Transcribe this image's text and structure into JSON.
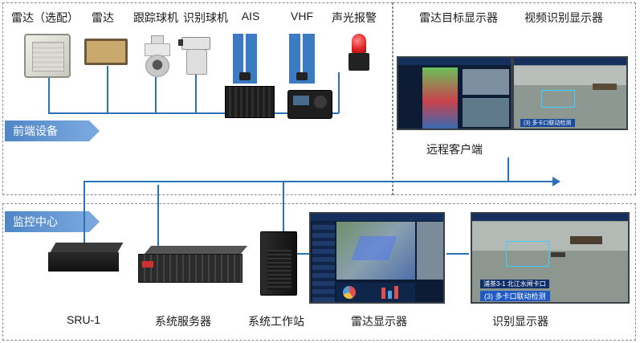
{
  "zones": {
    "front": {
      "tag": "前端设备"
    },
    "monitor": {
      "tag": "监控中心"
    }
  },
  "front_devices": [
    {
      "label": "雷达（选配）",
      "icon": "radar-panel-icon"
    },
    {
      "label": "雷达",
      "icon": "radar-flat-icon"
    },
    {
      "label": "跟踪球机",
      "icon": "dome-camera-icon"
    },
    {
      "label": "识别球机",
      "icon": "ptz-camera-icon"
    },
    {
      "label": "AIS",
      "icon": "ais-antenna-icon"
    },
    {
      "label": "VHF",
      "icon": "vhf-radio-icon"
    },
    {
      "label": "声光报警",
      "icon": "alarm-light-icon"
    }
  ],
  "remote": {
    "radar_display_label": "雷达目标显示器",
    "video_display_label": "视频识别显示器",
    "client_label": "远程客户端"
  },
  "center_devices": [
    {
      "label": "SRU-1",
      "icon": "sru-box-icon"
    },
    {
      "label": "系统服务器",
      "icon": "rack-server-icon"
    },
    {
      "label": "系统工作站",
      "icon": "tower-pc-icon"
    },
    {
      "label": "雷达显示器",
      "icon": "radar-monitor-icon"
    },
    {
      "label": "识别显示器",
      "icon": "recognition-monitor-icon"
    }
  ],
  "screen_text": {
    "remote_banner": "(3) 多卡口联动检测",
    "monitor_banner_line1": "浦茶3-1 北江水闸卡口",
    "monitor_banner_line2": "(3) 多卡口联动检测"
  },
  "colors": {
    "line": "#2b73b8",
    "tag_start": "#4f86c6",
    "tag_end": "#79a7dd",
    "screen_bg": "#0d1b34",
    "alarm_red": "#e02020"
  }
}
